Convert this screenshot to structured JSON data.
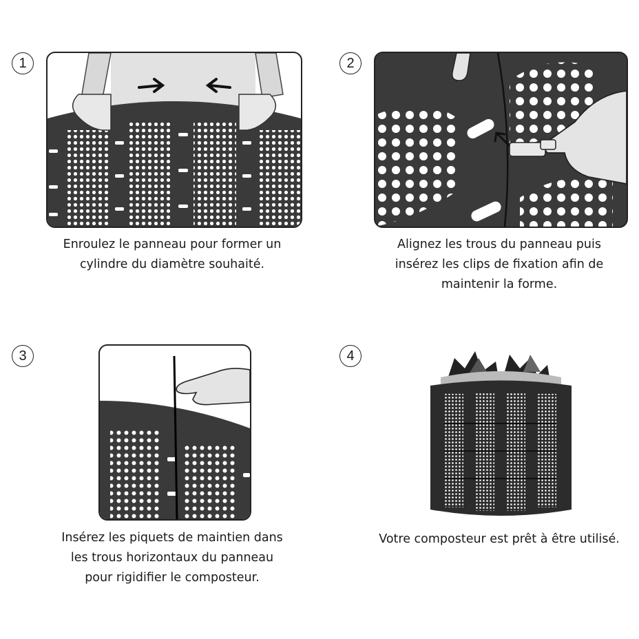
{
  "steps": [
    {
      "number": "1",
      "caption_lines": [
        "Enroulez le panneau pour former un",
        "cylindre du diamètre souhaité."
      ]
    },
    {
      "number": "2",
      "caption_lines": [
        "Alignez les trous du panneau puis",
        "insérez les clips de fixation afin de",
        "maintenir la forme."
      ]
    },
    {
      "number": "3",
      "caption_lines": [
        "Insérez les piquets de maintien dans",
        "les trous horizontaux du panneau",
        "pour rigidifier le composteur."
      ]
    },
    {
      "number": "4",
      "caption_lines": [
        "Votre composteur est prêt à être utilisé."
      ]
    }
  ],
  "icons": [
    "arrow-right-icon",
    "arrow-left-icon",
    "hand-icon",
    "clip-icon",
    "stake-icon",
    "leaf-icon"
  ],
  "colors": {
    "panel_dark": "#3a3a3a",
    "skin": "#e4e4e4",
    "hole": "#ffffff",
    "outline": "#222222"
  }
}
